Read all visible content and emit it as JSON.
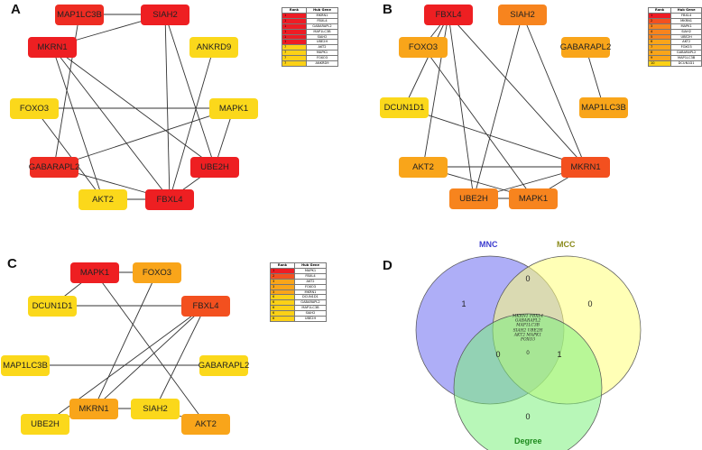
{
  "panels": [
    {
      "label": "A",
      "nodes": [
        {
          "id": "MAP1LC3B",
          "label": "MAP1LC3B",
          "color": "#ee2c22"
        },
        {
          "id": "SIAH2",
          "label": "SIAH2",
          "color": "#ee1f22"
        },
        {
          "id": "MKRN1",
          "label": "MKRN1",
          "color": "#ee1f22"
        },
        {
          "id": "ANKRD9",
          "label": "ANKRD9",
          "color": "#fbd81b"
        },
        {
          "id": "FOXO3",
          "label": "FOXO3",
          "color": "#fbd81b"
        },
        {
          "id": "MAPK1",
          "label": "MAPK1",
          "color": "#fbd81b"
        },
        {
          "id": "GABARAPL2",
          "label": "GABARAPL2",
          "color": "#ee2c22"
        },
        {
          "id": "UBE2H",
          "label": "UBE2H",
          "color": "#ee1f22"
        },
        {
          "id": "AKT2",
          "label": "AKT2",
          "color": "#fbd81b"
        },
        {
          "id": "FBXL4",
          "label": "FBXL4",
          "color": "#ee1f22"
        }
      ],
      "edges": [
        [
          "MAP1LC3B",
          "SIAH2"
        ],
        [
          "SIAH2",
          "MKRN1"
        ],
        [
          "SIAH2",
          "FBXL4"
        ],
        [
          "SIAH2",
          "UBE2H"
        ],
        [
          "MAP1LC3B",
          "GABARAPL2"
        ],
        [
          "MKRN1",
          "AKT2"
        ],
        [
          "MKRN1",
          "FBXL4"
        ],
        [
          "MKRN1",
          "UBE2H"
        ],
        [
          "ANKRD9",
          "FBXL4"
        ],
        [
          "FOXO3",
          "MAPK1"
        ],
        [
          "FOXO3",
          "AKT2"
        ],
        [
          "MAPK1",
          "GABARAPL2"
        ],
        [
          "MAPK1",
          "UBE2H"
        ],
        [
          "GABARAPL2",
          "FBXL4"
        ],
        [
          "UBE2H",
          "FBXL4"
        ],
        [
          "AKT2",
          "FBXL4"
        ]
      ],
      "table": {
        "headers": [
          "Rank",
          "Hub Gene"
        ],
        "rows": [
          {
            "rank": "1",
            "gene": "MKRN1",
            "color": "#ee1c24"
          },
          {
            "rank": "1",
            "gene": "FBXL4",
            "color": "#ee1c24"
          },
          {
            "rank": "1",
            "gene": "GABARAPL2",
            "color": "#ee1c24"
          },
          {
            "rank": "1",
            "gene": "MAP1LC3B",
            "color": "#ee1c24"
          },
          {
            "rank": "1",
            "gene": "SIAH2",
            "color": "#ee1c24"
          },
          {
            "rank": "1",
            "gene": "UBE2H",
            "color": "#ee1c24"
          },
          {
            "rank": "7",
            "gene": "AKT2",
            "color": "#fcd116"
          },
          {
            "rank": "7",
            "gene": "MAPK1",
            "color": "#fcd116"
          },
          {
            "rank": "7",
            "gene": "FOXO3",
            "color": "#fcd116"
          },
          {
            "rank": "7",
            "gene": "ANKRD9",
            "color": "#fcd116"
          }
        ]
      }
    },
    {
      "label": "B",
      "nodes": [
        {
          "id": "FBXL4",
          "label": "FBXL4",
          "color": "#ee1f22"
        },
        {
          "id": "SIAH2",
          "label": "SIAH2",
          "color": "#f7841e"
        },
        {
          "id": "FOXO3",
          "label": "FOXO3",
          "color": "#f9a51a"
        },
        {
          "id": "GABARAPL2",
          "label": "GABARAPL2",
          "color": "#f9a51a"
        },
        {
          "id": "DCUN1D1",
          "label": "DCUN1D1",
          "color": "#fbd81b"
        },
        {
          "id": "MAP1LC3B",
          "label": "MAP1LC3B",
          "color": "#f9a51a"
        },
        {
          "id": "AKT2",
          "label": "AKT2",
          "color": "#f9a51a"
        },
        {
          "id": "MKRN1",
          "label": "MKRN1",
          "color": "#f3501f"
        },
        {
          "id": "UBE2H",
          "label": "UBE2H",
          "color": "#f7841e"
        },
        {
          "id": "MAPK1",
          "label": "MAPK1",
          "color": "#f7841e"
        }
      ],
      "edges": [
        [
          "FBXL4",
          "FOXO3"
        ],
        [
          "FBXL4",
          "DCUN1D1"
        ],
        [
          "FBXL4",
          "AKT2"
        ],
        [
          "FBXL4",
          "MKRN1"
        ],
        [
          "FBXL4",
          "UBE2H"
        ],
        [
          "SIAH2",
          "UBE2H"
        ],
        [
          "SIAH2",
          "MKRN1"
        ],
        [
          "FOXO3",
          "MAPK1"
        ],
        [
          "GABARAPL2",
          "MAP1LC3B"
        ],
        [
          "DCUN1D1",
          "MKRN1"
        ],
        [
          "AKT2",
          "MKRN1"
        ],
        [
          "AKT2",
          "MAPK1"
        ],
        [
          "MKRN1",
          "UBE2H"
        ],
        [
          "MKRN1",
          "MAPK1"
        ],
        [
          "UBE2H",
          "MAPK1"
        ]
      ],
      "table": {
        "headers": [
          "Rank",
          "Hub Gene"
        ],
        "rows": [
          {
            "rank": "1",
            "gene": "FBXL4",
            "color": "#ee1c24"
          },
          {
            "rank": "2",
            "gene": "MKRN1",
            "color": "#f3501f"
          },
          {
            "rank": "3",
            "gene": "MAPK1",
            "color": "#f7841e"
          },
          {
            "rank": "4",
            "gene": "SIAH2",
            "color": "#f7841e"
          },
          {
            "rank": "5",
            "gene": "UBE2H",
            "color": "#f7841e"
          },
          {
            "rank": "6",
            "gene": "AKT2",
            "color": "#f9a51a"
          },
          {
            "rank": "7",
            "gene": "FOXO3",
            "color": "#f9a51a"
          },
          {
            "rank": "8",
            "gene": "GABARAPL2",
            "color": "#f9a51a"
          },
          {
            "rank": "9",
            "gene": "MAP1LC3B",
            "color": "#f9a51a"
          },
          {
            "rank": "10",
            "gene": "DCUN1D1",
            "color": "#fcd116"
          }
        ]
      }
    },
    {
      "label": "C",
      "nodes": [
        {
          "id": "MAPK1",
          "label": "MAPK1",
          "color": "#ee1f22"
        },
        {
          "id": "FOXO3",
          "label": "FOXO3",
          "color": "#f9a51a"
        },
        {
          "id": "DCUN1D1",
          "label": "DCUN1D1",
          "color": "#fbd81b"
        },
        {
          "id": "FBXL4",
          "label": "FBXL4",
          "color": "#f3501f"
        },
        {
          "id": "MAP1LC3B",
          "label": "MAP1LC3B",
          "color": "#fbd81b"
        },
        {
          "id": "GABARAPL2",
          "label": "GABARAPL2",
          "color": "#fbd81b"
        },
        {
          "id": "UBE2H",
          "label": "UBE2H",
          "color": "#fbd81b"
        },
        {
          "id": "AKT2",
          "label": "AKT2",
          "color": "#f9a51a"
        },
        {
          "id": "MKRN1",
          "label": "MKRN1",
          "color": "#f9a51a"
        },
        {
          "id": "SIAH2",
          "label": "SIAH2",
          "color": "#fbd81b"
        }
      ],
      "edges": [
        [
          "MAPK1",
          "DCUN1D1"
        ],
        [
          "MAPK1",
          "FOXO3"
        ],
        [
          "MAPK1",
          "AKT2"
        ],
        [
          "DCUN1D1",
          "FBXL4"
        ],
        [
          "FBXL4",
          "MKRN1"
        ],
        [
          "FBXL4",
          "UBE2H"
        ],
        [
          "FBXL4",
          "SIAH2"
        ],
        [
          "FOXO3",
          "MKRN1"
        ],
        [
          "MAP1LC3B",
          "GABARAPL2"
        ],
        [
          "UBE2H",
          "MKRN1"
        ],
        [
          "MKRN1",
          "SIAH2"
        ],
        [
          "AKT2",
          "SIAH2"
        ]
      ],
      "table": {
        "headers": [
          "Rank",
          "Hub Gene"
        ],
        "rows": [
          {
            "rank": "1",
            "gene": "MAPK1",
            "color": "#ee1c24"
          },
          {
            "rank": "2",
            "gene": "FBXL4",
            "color": "#f3501f"
          },
          {
            "rank": "3",
            "gene": "AKT2",
            "color": "#f9a51a"
          },
          {
            "rank": "3",
            "gene": "FOXO3",
            "color": "#f9a51a"
          },
          {
            "rank": "3",
            "gene": "MKRN1",
            "color": "#f9a51a"
          },
          {
            "rank": "6",
            "gene": "DCUN1D1",
            "color": "#fcd116"
          },
          {
            "rank": "6",
            "gene": "GABARAPL2",
            "color": "#fcd116"
          },
          {
            "rank": "6",
            "gene": "MAP1LC3B",
            "color": "#fcd116"
          },
          {
            "rank": "6",
            "gene": "SIAH2",
            "color": "#fcd116"
          },
          {
            "rank": "6",
            "gene": "UBE2H",
            "color": "#fcd116"
          }
        ]
      }
    }
  ],
  "venn": {
    "label": "D",
    "sets": [
      {
        "name": "MNC",
        "color": "#6b6bf0",
        "label_color": "#3c3ccf"
      },
      {
        "name": "MCC",
        "color": "#ffff7a",
        "label_color": "#8a8a1a"
      },
      {
        "name": "Degree",
        "color": "#7df07d",
        "label_color": "#1e8a1e"
      }
    ],
    "regions": {
      "mnc_only": "1",
      "mcc_only": "0",
      "degree_only": "0",
      "mnc_mcc": "0",
      "mnc_degree": "0",
      "mcc_degree": "1",
      "all": "0"
    },
    "center_genes": [
      "MKRN1  FBXL4",
      "GABARAPL2",
      "MAP1LC3B",
      "SIAH2  UBE2H",
      "AKT2  MAPK1",
      "FOXO3"
    ]
  }
}
